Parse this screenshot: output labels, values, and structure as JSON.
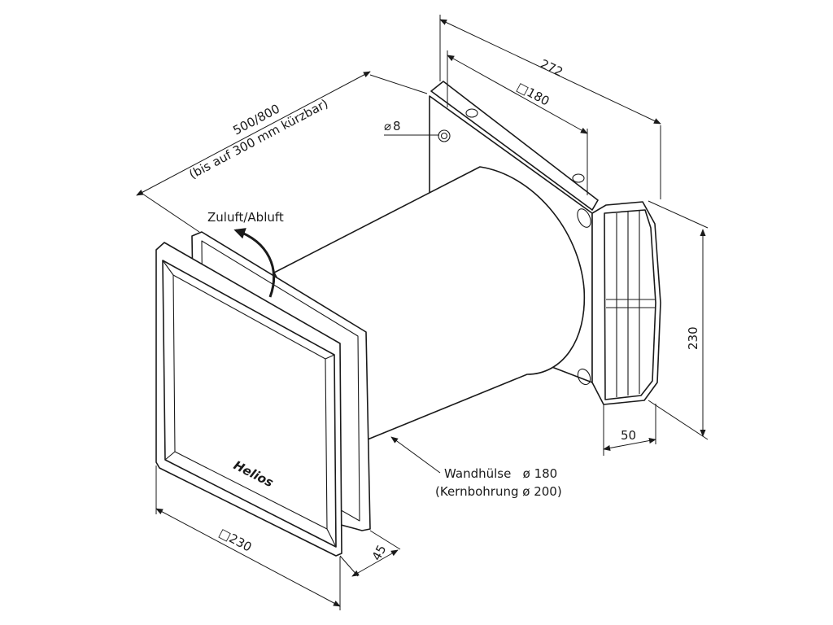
{
  "dimensions": {
    "length": "500/800",
    "length_note": "(bis auf 300 mm kürzbar)",
    "overall_depth": "272",
    "plate_square": "180",
    "screw": "8",
    "height": "230",
    "outer_depth": "50",
    "cover_square": "230",
    "cover_depth": "45"
  },
  "labels": {
    "airflow": "Zuluft/Abluft",
    "sleeve": "Wandhülse   ø 180",
    "core_drill": "(Kernbohrung ø 200)",
    "brand": "Helios"
  },
  "symbols": {
    "square": "□",
    "diameter": "⌀"
  }
}
